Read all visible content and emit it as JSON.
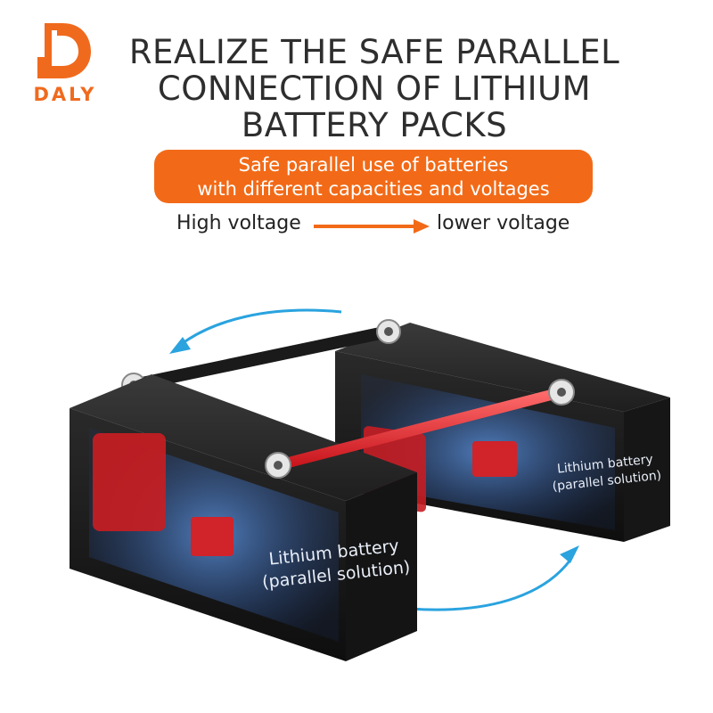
{
  "brand": {
    "name": "DALY",
    "color": "#f06a1e"
  },
  "headline": {
    "lines": [
      "REALIZE THE SAFE PARALLEL",
      "CONNECTION OF LITHIUM",
      "BATTERY PACKS"
    ]
  },
  "banner": {
    "line1": "Safe parallel use of batteries",
    "line2": "with different capacities and voltages",
    "color": "#f26a17"
  },
  "flow": {
    "from": "High voltage",
    "to": "lower voltage",
    "arrow_color": "#f26a17"
  },
  "batteries": [
    {
      "line1": "Lithium battery",
      "line2": "(parallel solution)"
    },
    {
      "line1": "Lithium battery",
      "line2": "(parallel solution)"
    }
  ],
  "accent_arrows_color": "#2aa3df"
}
